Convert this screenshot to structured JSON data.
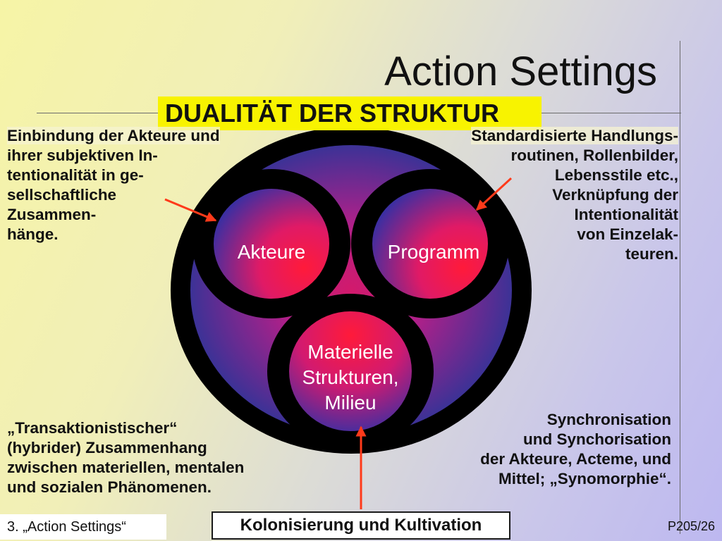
{
  "title": "Action Settings",
  "banner": "DUALITÄT DER STRUKTUR",
  "left_text": [
    "Einbindung der Akteure und",
    "ihrer subjektiven In-",
    "tentionalität in ge-",
    "sellschaftliche",
    "Zusammen-",
    "hänge."
  ],
  "right_text": [
    "Standardisierte Handlungs-",
    "routinen, Rollenbilder,",
    "Lebensstile etc.,",
    "Verknüpfung der",
    "Intentionalität",
    "von Einzelak-",
    "teuren."
  ],
  "bottom_left_text": [
    "„Transaktionistischer“",
    "(hybrider) Zusammenhang",
    "zwischen materiellen, mentalen",
    "und sozialen Phänomenen."
  ],
  "bottom_right_text": [
    "Synchronisation",
    "und Synchorisation",
    "der Akteure, Acteme, und",
    "Mittel; „Synomorphie“."
  ],
  "circles": {
    "akteure": "Akteure",
    "programm": "Programm",
    "materiell": [
      "Materielle",
      "Strukturen,",
      "Milieu"
    ]
  },
  "bottom_box": "Kolonisierung und Kultivation",
  "footer_left": "3. „Action Settings“",
  "footer_right": "P205/26",
  "colors": {
    "banner": "#f8f300",
    "arrow": "#ff3a1a",
    "ring": "#000000"
  }
}
